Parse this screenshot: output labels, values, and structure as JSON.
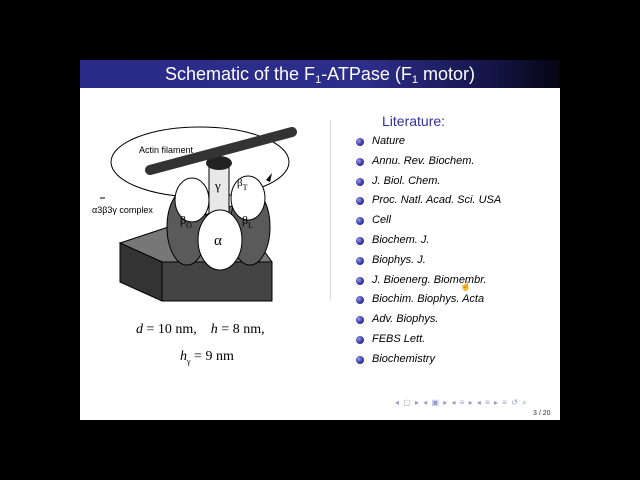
{
  "slide": {
    "title_pre": "Schematic of the F",
    "title_sub1": "1",
    "title_mid": "-ATPase (F",
    "title_sub2": "1",
    "title_post": " motor)"
  },
  "figure": {
    "actin_label": "Actin filament",
    "complex_label": "α3β3γ complex",
    "gamma": "γ",
    "beta": "β",
    "beta_t_sub": "T",
    "beta_o_sub": "O",
    "beta_l_sub": "L",
    "alpha": "α"
  },
  "equations": {
    "d_var": "d",
    "d_value": " = 10 nm,",
    "h_var": "h",
    "h_value": " = 8 nm,",
    "hg_var": "h",
    "hg_sub": "γ",
    "hg_value": " = 9 nm"
  },
  "literature": {
    "heading": "Literature:",
    "items": [
      "Nature",
      "Annu. Rev. Biochem.",
      "J. Biol. Chem.",
      "Proc. Natl. Acad. Sci. USA",
      "Cell",
      "Biochem. J.",
      "Biophys. J.",
      "J. Bioenerg. Biomembr.",
      "Biochim. Biophys. Acta",
      "Adv. Biophys.",
      "FEBS Lett.",
      "Biochemistry"
    ]
  },
  "navigation": {
    "controls": "◂ ▢ ▸ ◂ ▣ ▸ ◂ ≡ ▸ ◂ ≡ ▸   ≡   ↺ ⌕",
    "page": "3 / 20"
  },
  "colors": {
    "title_bar": "#2d2d8a",
    "heading": "#2f2f9a",
    "bullet": "#3a3aa8"
  }
}
